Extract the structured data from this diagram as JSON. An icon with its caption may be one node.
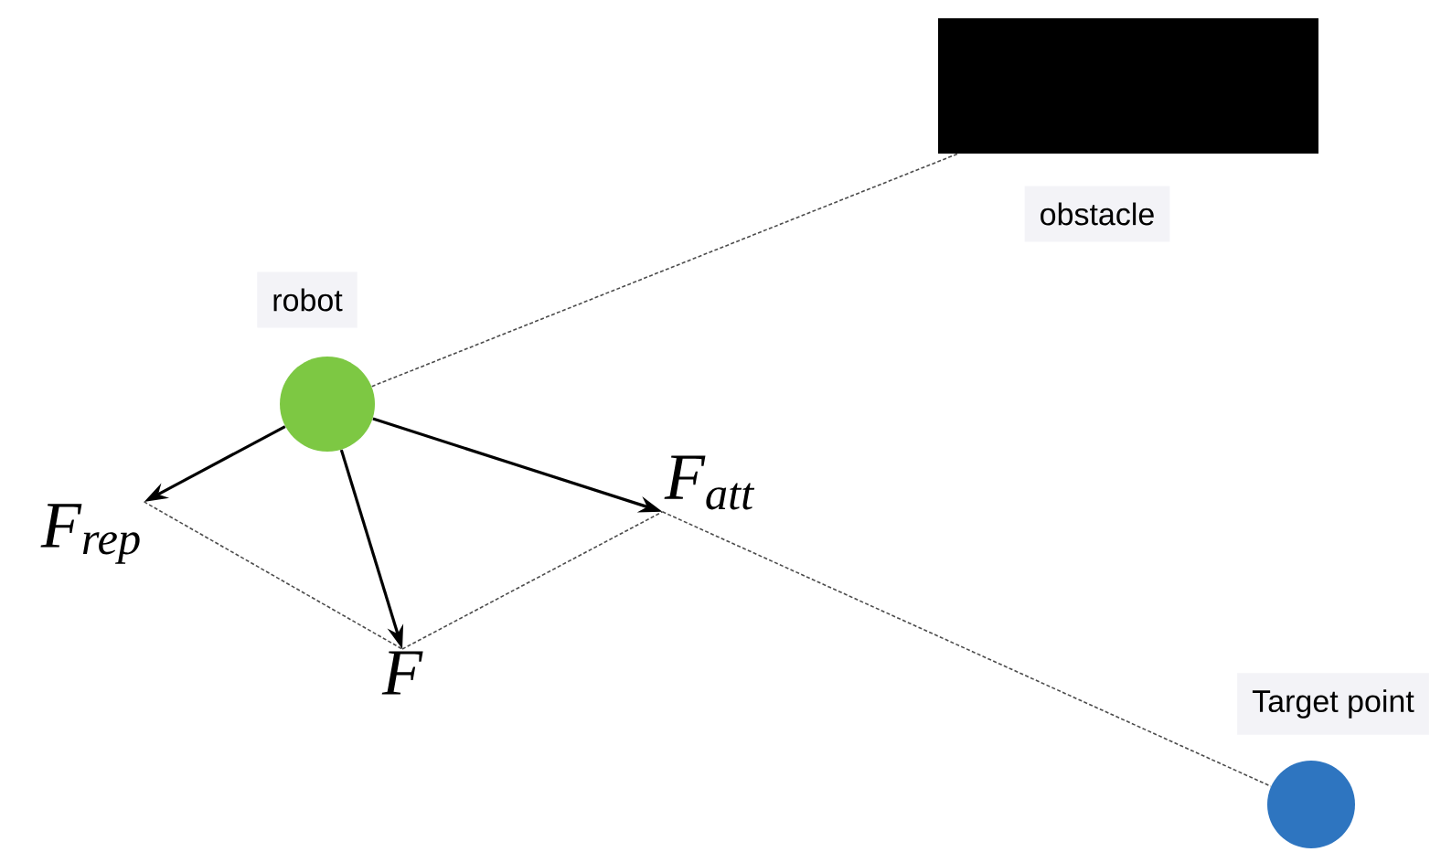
{
  "diagram": {
    "nodes": [
      {
        "text": [],
        "shape": "box",
        "beside": [
          "obstacle"
        ]
      },
      {
        "text": [],
        "shape": "circle",
        "beside": [
          "robot"
        ]
      },
      {
        "text": [
          "F$_{att}$"
        ]
      },
      {
        "text": [
          "F$_{rep}$"
        ]
      },
      {
        "text": [
          "F"
        ]
      },
      {
        "text": [],
        "shape": "circle",
        "beside": [
          "Target point"
        ]
      }
    ],
    "edges": [
      {
        "from": 1,
        "to": 0,
        "arrow": "none",
        "style": "dashed"
      },
      {
        "from": 1,
        "to": 3,
        "arrow": "to"
      },
      {
        "from": 1,
        "to": 4,
        "arrow": "to"
      },
      {
        "from": 1,
        "to": 2,
        "arrow": "to"
      },
      {
        "from": 3,
        "to": 4,
        "arrow": "none",
        "style": "dashed"
      },
      {
        "from": 4,
        "to": 2,
        "arrow": "none",
        "style": "dashed"
      },
      {
        "from": 2,
        "to": 5,
        "arrow": "none",
        "style": "dashed"
      }
    ]
  }
}
